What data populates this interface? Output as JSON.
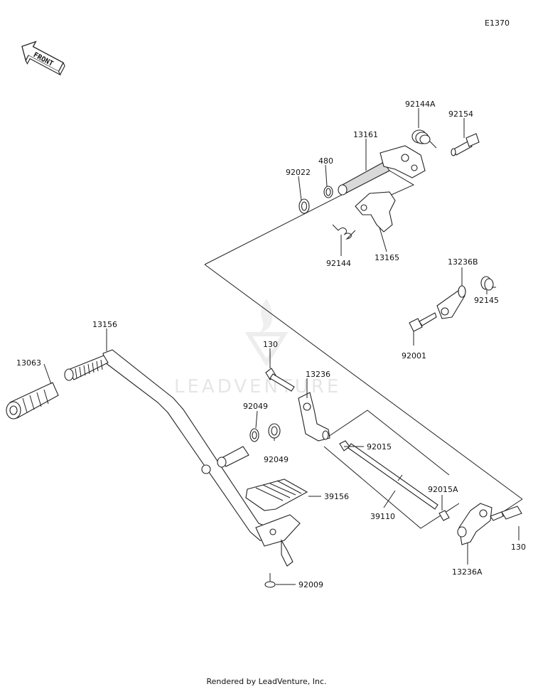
{
  "diagram_code": "E1370",
  "front_label": "FRONT",
  "watermark": "LEADVENTURE",
  "footer": "Rendered by LeadVenture, Inc.",
  "parts": {
    "p92144A": "92144A",
    "p92154": "92154",
    "p13161": "13161",
    "p480": "480",
    "p92022": "92022",
    "p92144": "92144",
    "p13165": "13165",
    "p13236B": "13236B",
    "p92145": "92145",
    "p92001": "92001",
    "p13156": "13156",
    "p13063": "13063",
    "p130a": "130",
    "p13236": "13236",
    "p92049a": "92049",
    "p92049b": "92049",
    "p92015": "92015",
    "p39156": "39156",
    "p92015A": "92015A",
    "p39110": "39110",
    "p130b": "130",
    "p13236A": "13236A",
    "p92009": "92009"
  }
}
